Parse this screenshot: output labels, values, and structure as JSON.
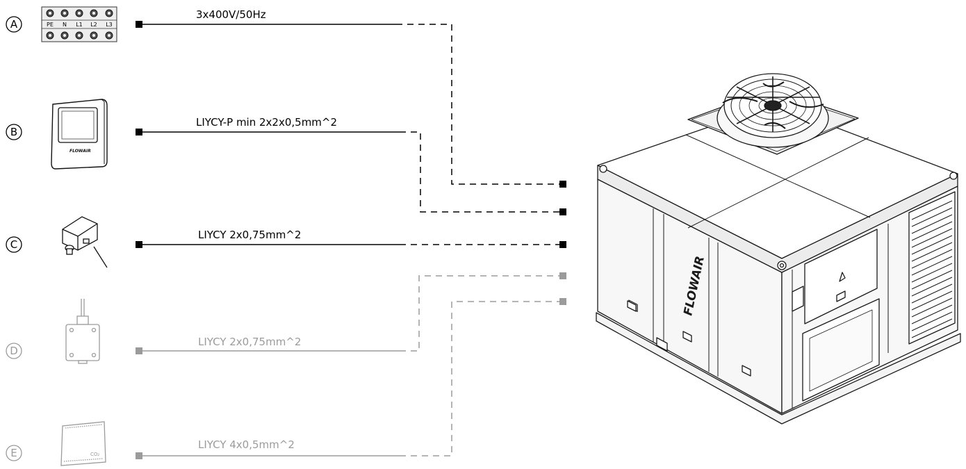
{
  "colors": {
    "active": "#000000",
    "inactive": "#9b9b9b",
    "line_art": "#222222"
  },
  "connections": [
    {
      "letter": "A",
      "cable": "3x400V/50Hz",
      "active": true,
      "device": "terminal-block-icon"
    },
    {
      "letter": "B",
      "cable": "LIYCY-P min 2x2x0,5mm^2",
      "active": true,
      "device": "wall-controller-icon"
    },
    {
      "letter": "C",
      "cable": "LIYCY 2x0,75mm^2",
      "active": true,
      "device": "duct-temperature-sensor-icon"
    },
    {
      "letter": "D",
      "cable": "LIYCY 2x0,75mm^2",
      "active": false,
      "device": "outdoor-sensor-icon"
    },
    {
      "letter": "E",
      "cable": "LIYCY 4x0,5mm^2",
      "active": false,
      "device": "co2-sensor-icon"
    }
  ],
  "terminal_block": {
    "labels": [
      "PE",
      "N",
      "L1",
      "L2",
      "L3"
    ]
  },
  "wall_controller": {
    "brand": "FLOWAIR"
  },
  "co2_sensor": {
    "label": "CO₂"
  },
  "unit": {
    "brand": "FLOWAIR",
    "icon": "rooftop-air-handling-unit-icon"
  }
}
